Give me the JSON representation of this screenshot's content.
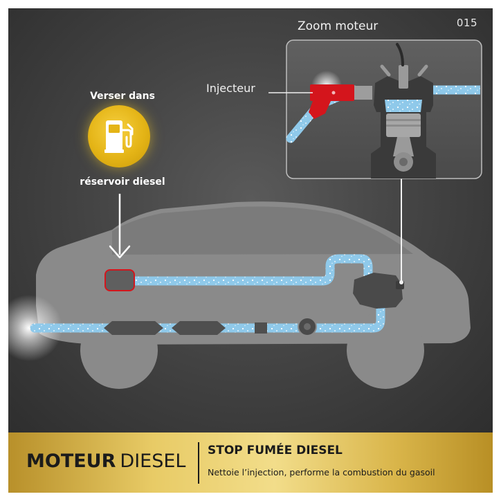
{
  "page_number": "015",
  "zoom": {
    "title": "Zoom moteur",
    "injector_label": "Injecteur"
  },
  "pour": {
    "line1": "Verser dans",
    "line2": "réservoir diesel",
    "icon": "fuel-pump-icon"
  },
  "banner": {
    "brand_strong": "MOTEUR",
    "brand_light": "DIESEL",
    "title": "STOP FUMÉE DIESEL",
    "subtitle": "Nettoie l’injection, performe la combustion du gasoil"
  },
  "colors": {
    "fuel_line": "#8fc9ea",
    "injector": "#d4151c",
    "badge": "#e4b416",
    "car_body": "#8a8a8a",
    "banner_gold": "#e8cb66"
  }
}
